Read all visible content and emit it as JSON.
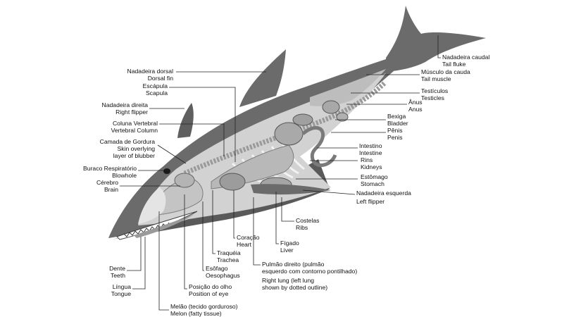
{
  "labels": {
    "tail_fluke": {
      "pt": "Nadadeira caudal",
      "en": "Tail fluke"
    },
    "tail_muscle": {
      "pt": "Músculo da cauda",
      "en": "Tail muscle"
    },
    "testicles": {
      "pt": "Testículos",
      "en": "Testicles"
    },
    "anus": {
      "pt": "Ânus",
      "en": "Anus"
    },
    "bladder": {
      "pt": "Bexiga",
      "en": "Bladder"
    },
    "penis": {
      "pt": "Pênis",
      "en": "Penis"
    },
    "intestine": {
      "pt": "Intestino",
      "en": "Intestine"
    },
    "kidneys": {
      "pt": "Rins",
      "en": "Kidneys"
    },
    "stomach": {
      "pt": "Estômago",
      "en": "Stomach"
    },
    "left_flipper": {
      "pt": "Nadadeira esquerda",
      "en": "Left flipper"
    },
    "ribs": {
      "pt": "Costelas",
      "en": "Ribs"
    },
    "liver": {
      "pt": "Fígado",
      "en": "Liver"
    },
    "right_lung": {
      "pt1": "Pulmão direito (pulmão",
      "pt2": "esquerdo com contorno pontilhado)",
      "en1": "Right lung (left lung",
      "en2": "shown by dotted outline)"
    },
    "heart": {
      "pt": "Coração",
      "en": "Heart"
    },
    "trachea": {
      "pt": "Traquéia",
      "en": "Trachea"
    },
    "oesophagus": {
      "pt": "Esôfago",
      "en": "Oesophagus"
    },
    "eye": {
      "pt": "Posição do olho",
      "en": "Position of eye"
    },
    "melon": {
      "pt": "Melão (tecido gorduroso)",
      "en": "Melon (fatty tissue)"
    },
    "tongue": {
      "pt": "Língua",
      "en": "Tongue"
    },
    "teeth": {
      "pt": "Dente",
      "en": "Teeth"
    },
    "brain": {
      "pt": "Cérebro",
      "en": "Brain"
    },
    "blowhole": {
      "pt": "Buraco Respiratório",
      "en": "Blowhole"
    },
    "blubber": {
      "pt": "Camada de Gordura",
      "en1": "Skin overlying",
      "en2": "layer of blubber"
    },
    "vertebral_column": {
      "pt": "Coluna Vertebral",
      "en": "Vertebral Column"
    },
    "right_flipper": {
      "pt": "Nadadeira direita",
      "en": "Right flipper"
    },
    "scapula": {
      "pt": "Escápula",
      "en": "Scapula"
    },
    "dorsal_fin": {
      "pt": "Nadadeira dorsal",
      "en": "Dorsal fin"
    }
  },
  "colors": {
    "skin": "#6b6b6b",
    "skin_dark": "#555555",
    "cutaway": "#d2d2d2",
    "organ": "#a9a9a9",
    "leader": "#222222"
  }
}
